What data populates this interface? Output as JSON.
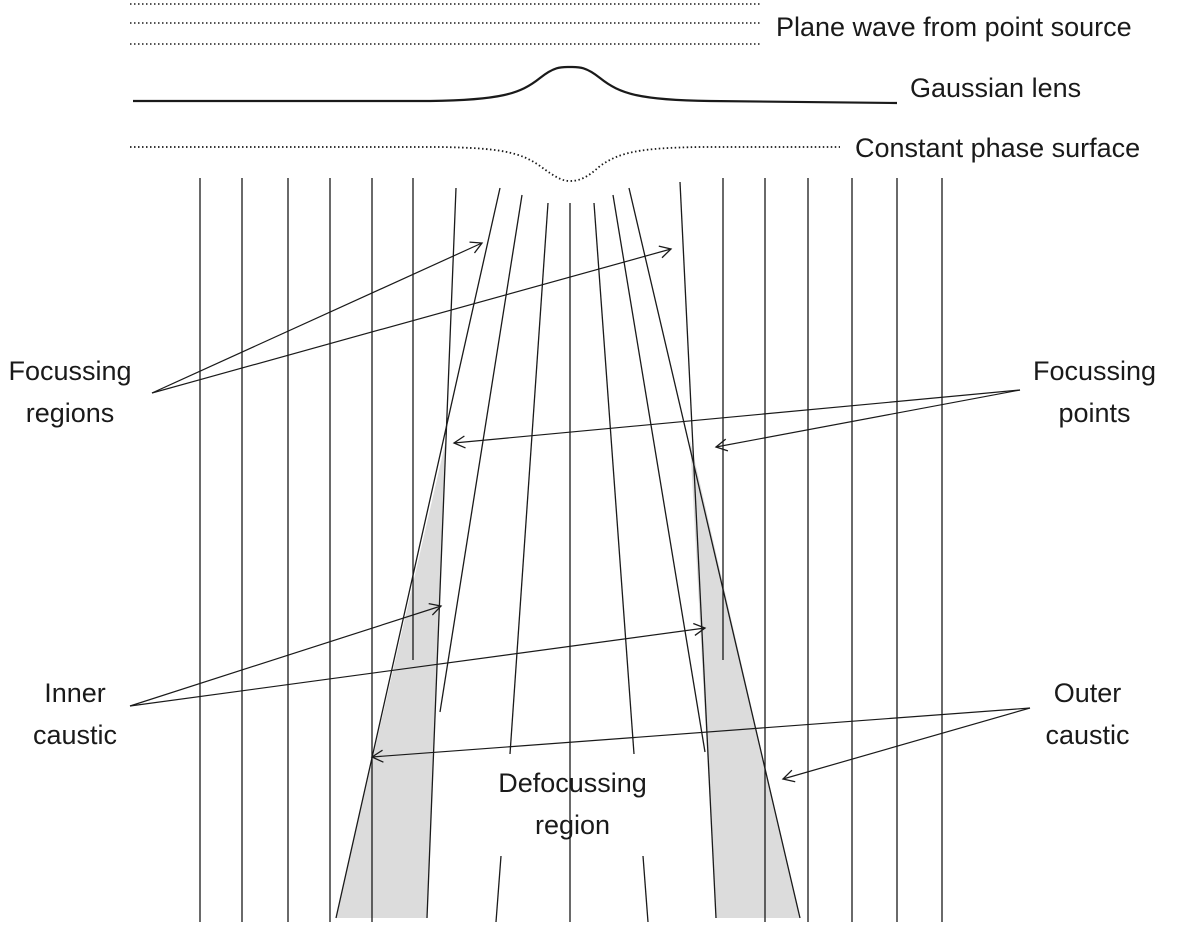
{
  "labels": {
    "plane_wave": "Plane wave from point source",
    "gaussian_lens": "Gaussian lens",
    "constant_phase": "Constant phase surface",
    "focussing_regions": [
      "Focussing",
      "regions"
    ],
    "focussing_points": [
      "Focussing",
      "points"
    ],
    "inner_caustic": [
      "Inner",
      "caustic"
    ],
    "outer_caustic": [
      "Outer",
      "caustic"
    ],
    "defocussing_region": [
      "Defocussing",
      "region"
    ]
  },
  "colors": {
    "line": "#1a1a1a",
    "caustic_fill": "#dcdcdc",
    "background": "#ffffff"
  }
}
